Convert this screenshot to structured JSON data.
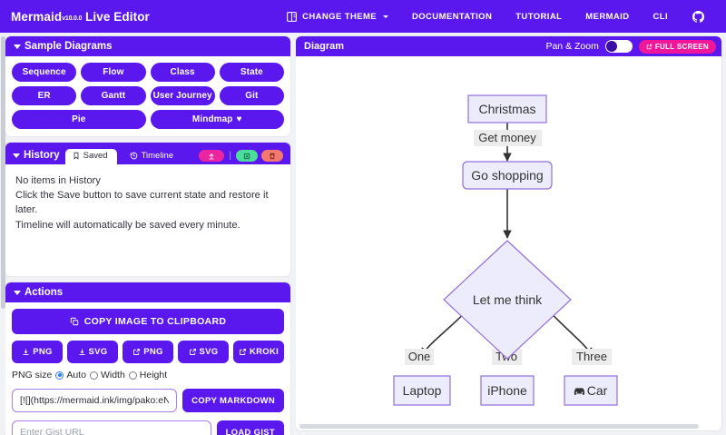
{
  "navbar": {
    "brand_name": "Mermaid",
    "brand_version": "v10.0.0",
    "brand_suffix": "Live Editor",
    "items": [
      {
        "label": "CHANGE THEME",
        "icon": "theme-book-icon",
        "has_caret": true
      },
      {
        "label": "DOCUMENTATION",
        "icon": null,
        "has_caret": false
      },
      {
        "label": "TUTORIAL",
        "icon": null,
        "has_caret": false
      },
      {
        "label": "MERMAID",
        "icon": null,
        "has_caret": false
      },
      {
        "label": "CLI",
        "icon": null,
        "has_caret": false
      }
    ],
    "github_icon": "github-icon"
  },
  "sample_diagrams": {
    "title": "Sample Diagrams",
    "row1": [
      "Sequence",
      "Flow",
      "Class",
      "State"
    ],
    "row2": [
      "ER",
      "Gantt",
      "User Journey",
      "Git"
    ],
    "row3": [
      "Pie",
      "Mindmap"
    ],
    "mindmap_badge": "♥"
  },
  "history": {
    "title": "History",
    "tabs": [
      {
        "label": "Saved",
        "icon": "bookmark-icon",
        "active": true
      },
      {
        "label": "Timeline",
        "icon": "history-clock-icon",
        "active": false
      }
    ],
    "actions": [
      {
        "name": "save-button",
        "icon": "save-upload-icon",
        "color": "#eb25a0"
      },
      {
        "name": "download-button",
        "icon": "download-box-icon",
        "color": "#4ade9c"
      },
      {
        "name": "delete-button",
        "icon": "trash-icon",
        "color": "#f3796f"
      }
    ],
    "empty_lines": [
      "No items in History",
      "Click the Save button to save current state and restore it later.",
      "Timeline will automatically be saved every minute."
    ]
  },
  "actions": {
    "title": "Actions",
    "copy_image_label": "COPY IMAGE TO CLIPBOARD",
    "copy_image_icon": "copy-icon",
    "exports": [
      {
        "label": "PNG",
        "icon": "download-icon"
      },
      {
        "label": "SVG",
        "icon": "download-icon"
      },
      {
        "label": "PNG",
        "icon": "external-link-icon"
      },
      {
        "label": "SVG",
        "icon": "external-link-icon"
      },
      {
        "label": "KROKI",
        "icon": "external-link-icon"
      }
    ],
    "png_size_label": "PNG size",
    "png_size_options": [
      {
        "label": "Auto",
        "selected": true
      },
      {
        "label": "Width",
        "selected": false
      },
      {
        "label": "Height",
        "selected": false
      }
    ],
    "markdown_value": "[![](https://mermaid.ink/img/pako:eNpVj",
    "copy_markdown_label": "COPY MARKDOWN",
    "gist_placeholder": "Enter Gist URL",
    "gist_value": "",
    "load_gist_label": "LOAD GIST"
  },
  "diagram_panel": {
    "title": "Diagram",
    "pan_zoom_label": "Pan & Zoom",
    "pan_zoom_on": false,
    "full_screen_label": "FULL SCREEN",
    "full_screen_icon": "external-link-icon"
  },
  "flowchart": {
    "type": "flowchart",
    "nodes": [
      {
        "id": "A",
        "label": "Christmas",
        "shape": "rect"
      },
      {
        "id": "B",
        "label": "Go shopping",
        "shape": "round-rect"
      },
      {
        "id": "C",
        "label": "Let me think",
        "shape": "diamond"
      },
      {
        "id": "D",
        "label": "Laptop",
        "shape": "rect"
      },
      {
        "id": "E",
        "label": "iPhone",
        "shape": "rect"
      },
      {
        "id": "F",
        "label": "Car",
        "shape": "rect",
        "icon": "car-icon"
      }
    ],
    "edges": [
      {
        "from": "A",
        "to": "B",
        "label": "Get money"
      },
      {
        "from": "B",
        "to": "C",
        "label": ""
      },
      {
        "from": "C",
        "to": "D",
        "label": "One"
      },
      {
        "from": "C",
        "to": "E",
        "label": "Two"
      },
      {
        "from": "C",
        "to": "F",
        "label": "Three"
      }
    ],
    "colors": {
      "node_fill": "#ececfc",
      "node_stroke": "#9370db",
      "edge": "#333333",
      "text": "#333333"
    }
  },
  "theme": {
    "primary": "#5a17ee",
    "pink": "#eb25a0",
    "page_bg": "#f1f2f6",
    "card_bg": "#ffffff"
  }
}
